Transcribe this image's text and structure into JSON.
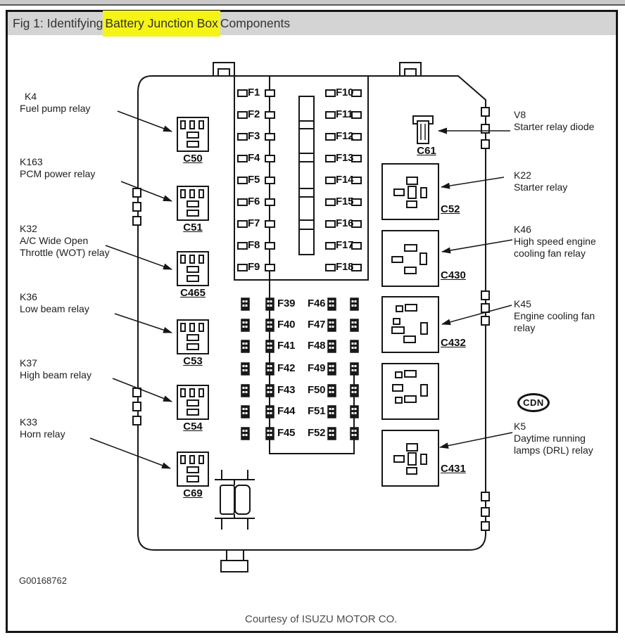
{
  "titlebar": {
    "prefix": "Fig 1: Identifying ",
    "highlight": "Battery Junction Box",
    "suffix": " Components"
  },
  "figure": {
    "figure_number": "G00168762",
    "courtesy": "Courtesy of ISUZU MOTOR CO.",
    "badge": "CDN"
  },
  "callouts_left": [
    {
      "code": "K4",
      "desc": [
        "Fuel pump relay"
      ]
    },
    {
      "code": "K163",
      "desc": [
        "PCM power relay"
      ]
    },
    {
      "code": "K32",
      "desc": [
        "A/C Wide Open",
        "Throttle (WOT) relay"
      ]
    },
    {
      "code": "K36",
      "desc": [
        "Low beam relay"
      ]
    },
    {
      "code": "K37",
      "desc": [
        "High beam relay"
      ]
    },
    {
      "code": "K33",
      "desc": [
        "Horn relay"
      ]
    }
  ],
  "callouts_right": [
    {
      "code": "V8",
      "desc": [
        "Starter relay diode"
      ]
    },
    {
      "code": "K22",
      "desc": [
        "Starter relay"
      ]
    },
    {
      "code": "K46",
      "desc": [
        "High speed engine",
        "cooling fan relay"
      ]
    },
    {
      "code": "K45",
      "desc": [
        "Engine cooling fan",
        "relay"
      ]
    },
    {
      "code": "K5",
      "desc": [
        "Daytime running",
        "lamps (DRL) relay"
      ]
    }
  ],
  "connectors_left": [
    "C50",
    "C51",
    "C465",
    "C53",
    "C54",
    "C69"
  ],
  "connectors_right": [
    "C52",
    "C430",
    "C432",
    "C431"
  ],
  "diode_connector": "C61",
  "fuses": {
    "bank_left": [
      "F1",
      "F2",
      "F3",
      "F4",
      "F5",
      "F6",
      "F7",
      "F8",
      "F9"
    ],
    "bank_right": [
      "F10",
      "F11",
      "F12",
      "F13",
      "F14",
      "F15",
      "F16",
      "F17",
      "F18"
    ],
    "mini_left": [
      "F39",
      "F40",
      "F41",
      "F42",
      "F43",
      "F44",
      "F45"
    ],
    "mini_right": [
      "F46",
      "F47",
      "F48",
      "F49",
      "F50",
      "F51",
      "F52"
    ]
  }
}
